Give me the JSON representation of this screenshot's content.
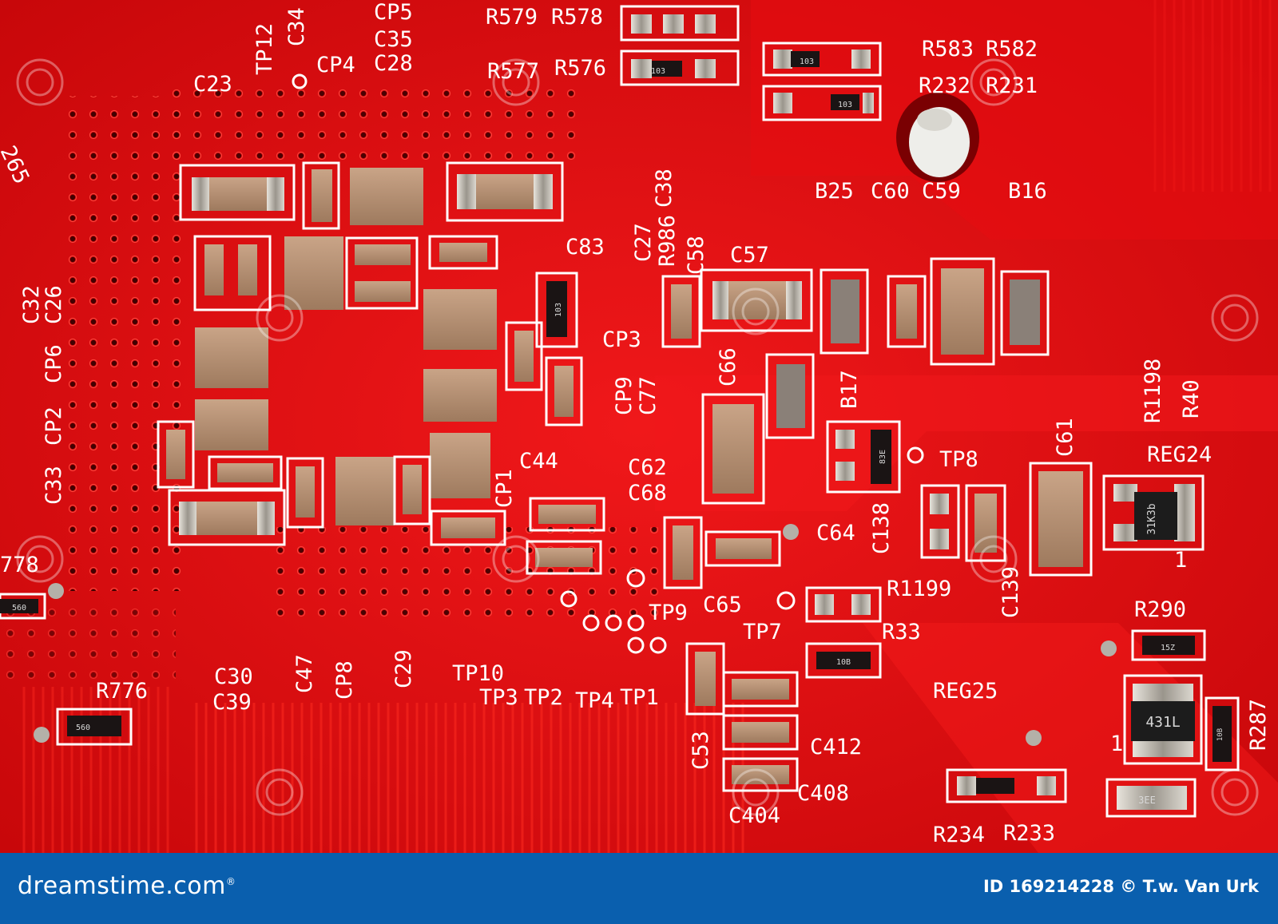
{
  "colors": {
    "pcb": "#e2090c",
    "pcb_dark": "#b80407",
    "trace": "#f21c17",
    "silkscreen": "#ffffff",
    "credit_bar": "#0a5fae"
  },
  "silkscreen_labels": [
    "CP5",
    "R579",
    "R578",
    "C35",
    "C34",
    "TP12",
    "CP4",
    "C28",
    "C23",
    "R577",
    "R576",
    "R583",
    "R582",
    "R232",
    "R231",
    "B25",
    "C60",
    "C59",
    "B16",
    "C38",
    "R986",
    "C27",
    "C83",
    "C58",
    "C57",
    "C32",
    "C26",
    "CP6",
    "CP2",
    "C33",
    "CP3",
    "CP9",
    "C77",
    "C66",
    "B17",
    "R1198",
    "R40",
    "REG24",
    "C61",
    "TP8",
    "C44",
    "CP1",
    "C62",
    "C68",
    "C64",
    "C138",
    "R1199",
    "C139",
    "R290",
    "TP9",
    "C65",
    "TP7",
    "R33",
    "C30",
    "C39",
    "C47",
    "CP8",
    "C29",
    "TP10",
    "TP3",
    "TP2",
    "TP4",
    "TP1",
    "R776",
    "778",
    "C53",
    "C412",
    "C408",
    "C404",
    "REG25",
    "R234",
    "R233",
    "R287",
    "1",
    "1",
    "265"
  ],
  "chip_markings": [
    "103",
    "103",
    "103",
    "103",
    "560",
    "560",
    "10B",
    "10B",
    "15Z",
    "3EE",
    "31K3b",
    "431L",
    "83E"
  ],
  "watermark": {
    "brand": "dreamstime",
    "brand_display": "dreamstime.com",
    "registered_mark": "®",
    "id_text": "ID 169214228 © T.w. Van Urk"
  }
}
